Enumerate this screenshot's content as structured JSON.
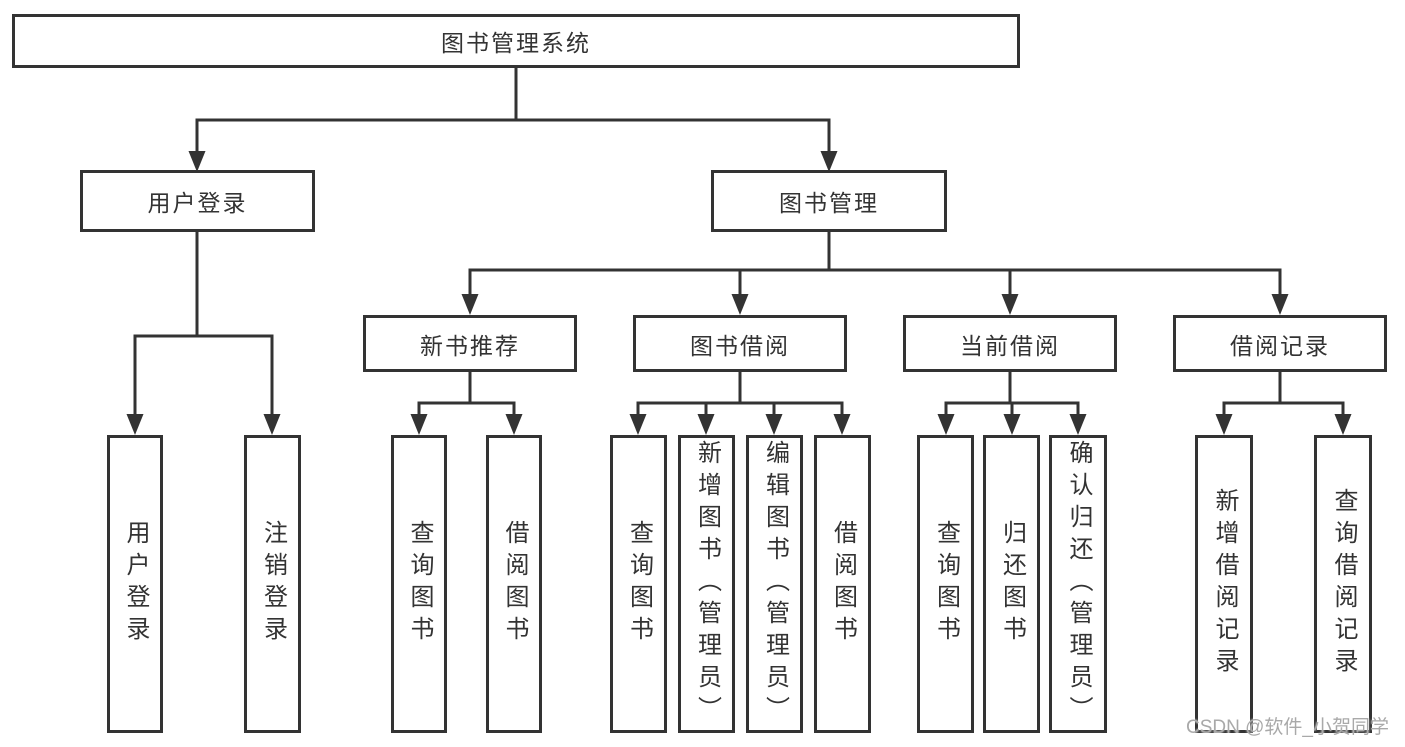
{
  "tree": {
    "root": {
      "label": "图书管理系统"
    },
    "branches": [
      {
        "label": "用户登录",
        "children": [
          {
            "label": "用户登录"
          },
          {
            "label": "注销登录"
          }
        ]
      },
      {
        "label": "图书管理",
        "children": [
          {
            "label": "新书推荐",
            "children": [
              {
                "label": "查询图书"
              },
              {
                "label": "借阅图书"
              }
            ]
          },
          {
            "label": "图书借阅",
            "children": [
              {
                "label": "查询图书"
              },
              {
                "label": "新增图书（管理员）"
              },
              {
                "label": "编辑图书（管理员）"
              },
              {
                "label": "借阅图书"
              }
            ]
          },
          {
            "label": "当前借阅",
            "children": [
              {
                "label": "查询图书"
              },
              {
                "label": "归还图书"
              },
              {
                "label": "确认归还（管理员）"
              }
            ]
          },
          {
            "label": "借阅记录",
            "children": [
              {
                "label": "新增借阅记录"
              },
              {
                "label": "查询借阅记录"
              }
            ]
          }
        ]
      }
    ]
  },
  "watermark": {
    "text": "CSDN @软件_小贺同学"
  },
  "colors": {
    "line": "#333333",
    "box_border": "#333333",
    "text": "#333333",
    "watermark": "#a9a9a9",
    "background": "#ffffff"
  }
}
